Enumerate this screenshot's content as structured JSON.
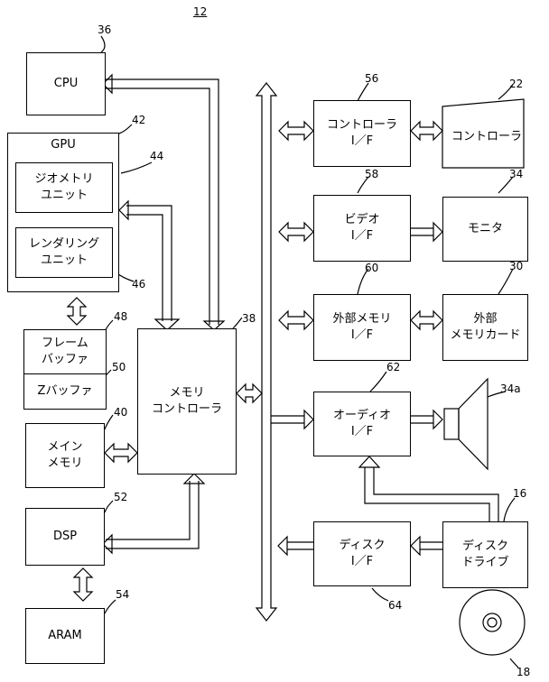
{
  "figure_ref": "12",
  "blocks": {
    "cpu": "CPU",
    "gpu": "GPU",
    "geometry_unit": "ジオメトリ\nユニット",
    "rendering_unit": "レンダリング\nユニット",
    "frame_buffer": "フレーム\nバッファ",
    "z_buffer": "Zバッファ",
    "main_memory": "メイン\nメモリ",
    "dsp": "DSP",
    "aram": "ARAM",
    "memory_controller": "メモリ\nコントローラ",
    "controller_if": "コントローラ\nI／F",
    "controller": "コントローラ",
    "video_if": "ビデオ\nI／F",
    "monitor": "モニタ",
    "ext_memory_if": "外部メモリ\nI／F",
    "ext_memory_card": "外部\nメモリカード",
    "audio_if": "オーディオ\nI／F",
    "disk_if": "ディスク\nI／F",
    "disk_drive": "ディスク\nドライブ"
  },
  "refs": {
    "cpu": "36",
    "gpu": "42",
    "geometry": "44",
    "rendering": "46",
    "frame_buffer": "48",
    "z_buffer": "50",
    "main_memory": "40",
    "dsp": "52",
    "aram": "54",
    "memory_controller": "38",
    "controller_if": "56",
    "controller": "22",
    "video_if": "58",
    "monitor": "34",
    "ext_memory_if": "60",
    "ext_memory_card": "30",
    "audio_if": "62",
    "speaker": "34a",
    "disk_if": "64",
    "disk_drive": "16",
    "disk": "18"
  }
}
